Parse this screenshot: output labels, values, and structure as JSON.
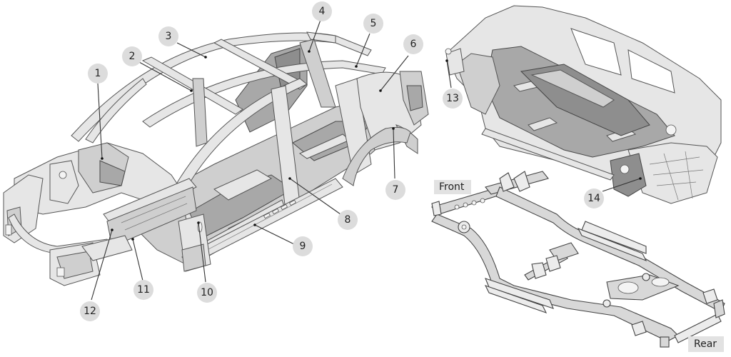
{
  "diagram": {
    "views": [
      {
        "id": "body-in-white",
        "callouts": [
          "1",
          "2",
          "3",
          "4",
          "5",
          "6",
          "7",
          "8",
          "9",
          "10",
          "11",
          "12"
        ]
      },
      {
        "id": "underbody",
        "callouts": [
          "13",
          "14"
        ]
      },
      {
        "id": "ladder-frame",
        "labels": [
          "Front",
          "Rear"
        ]
      }
    ]
  },
  "callouts": {
    "c1": "1",
    "c2": "2",
    "c3": "3",
    "c4": "4",
    "c5": "5",
    "c6": "6",
    "c7": "7",
    "c8": "8",
    "c9": "9",
    "c10": "10",
    "c11": "11",
    "c12": "12",
    "c13": "13",
    "c14": "14"
  },
  "frame_labels": {
    "front": "Front",
    "rear": "Rear"
  },
  "colors": {
    "callout_fill": "#dcdcdc",
    "label_fill": "#e2e2e2",
    "line": "#333333"
  }
}
